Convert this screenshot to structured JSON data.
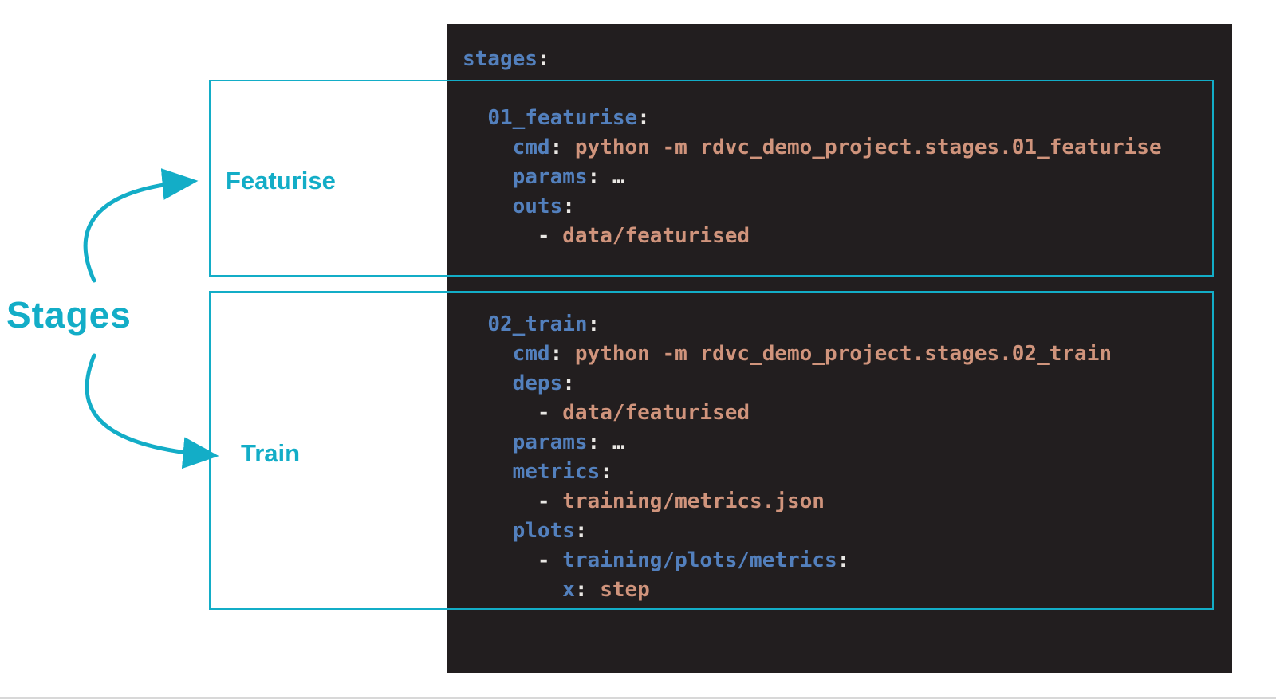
{
  "colors": {
    "accent": "#13adc7",
    "panel_background": "#221e1f",
    "code_key": "#5380bd",
    "code_value": "#d0947c",
    "code_punctuation": "#eae8e4"
  },
  "annotations": {
    "stages_label": "Stages",
    "featurise_label": "Featurise",
    "train_label": "Train"
  },
  "code_lines": [
    [
      {
        "t": "stages",
        "c": "key"
      },
      {
        "t": ":",
        "c": "punc"
      }
    ],
    [],
    [
      {
        "t": "  ",
        "c": "punc"
      },
      {
        "t": "01_featurise",
        "c": "key"
      },
      {
        "t": ":",
        "c": "punc"
      }
    ],
    [
      {
        "t": "    ",
        "c": "punc"
      },
      {
        "t": "cmd",
        "c": "key"
      },
      {
        "t": ": ",
        "c": "punc"
      },
      {
        "t": "python -m rdvc_demo_project.stages.01_featurise",
        "c": "val"
      }
    ],
    [
      {
        "t": "    ",
        "c": "punc"
      },
      {
        "t": "params",
        "c": "key"
      },
      {
        "t": ": …",
        "c": "punc"
      }
    ],
    [
      {
        "t": "    ",
        "c": "punc"
      },
      {
        "t": "outs",
        "c": "key"
      },
      {
        "t": ":",
        "c": "punc"
      }
    ],
    [
      {
        "t": "      - ",
        "c": "punc"
      },
      {
        "t": "data/featurised",
        "c": "val"
      }
    ],
    [],
    [],
    [
      {
        "t": "  ",
        "c": "punc"
      },
      {
        "t": "02_train",
        "c": "key"
      },
      {
        "t": ":",
        "c": "punc"
      }
    ],
    [
      {
        "t": "    ",
        "c": "punc"
      },
      {
        "t": "cmd",
        "c": "key"
      },
      {
        "t": ": ",
        "c": "punc"
      },
      {
        "t": "python -m rdvc_demo_project.stages.02_train",
        "c": "val"
      }
    ],
    [
      {
        "t": "    ",
        "c": "punc"
      },
      {
        "t": "deps",
        "c": "key"
      },
      {
        "t": ":",
        "c": "punc"
      }
    ],
    [
      {
        "t": "      - ",
        "c": "punc"
      },
      {
        "t": "data/featurised",
        "c": "val"
      }
    ],
    [
      {
        "t": "    ",
        "c": "punc"
      },
      {
        "t": "params",
        "c": "key"
      },
      {
        "t": ": …",
        "c": "punc"
      }
    ],
    [
      {
        "t": "    ",
        "c": "punc"
      },
      {
        "t": "metrics",
        "c": "key"
      },
      {
        "t": ":",
        "c": "punc"
      }
    ],
    [
      {
        "t": "      - ",
        "c": "punc"
      },
      {
        "t": "training/metrics.json",
        "c": "val"
      }
    ],
    [
      {
        "t": "    ",
        "c": "punc"
      },
      {
        "t": "plots",
        "c": "key"
      },
      {
        "t": ":",
        "c": "punc"
      }
    ],
    [
      {
        "t": "      - ",
        "c": "punc"
      },
      {
        "t": "training/plots/metrics",
        "c": "key"
      },
      {
        "t": ":",
        "c": "punc"
      }
    ],
    [
      {
        "t": "        ",
        "c": "punc"
      },
      {
        "t": "x",
        "c": "key"
      },
      {
        "t": ": ",
        "c": "punc"
      },
      {
        "t": "step",
        "c": "val"
      }
    ]
  ]
}
